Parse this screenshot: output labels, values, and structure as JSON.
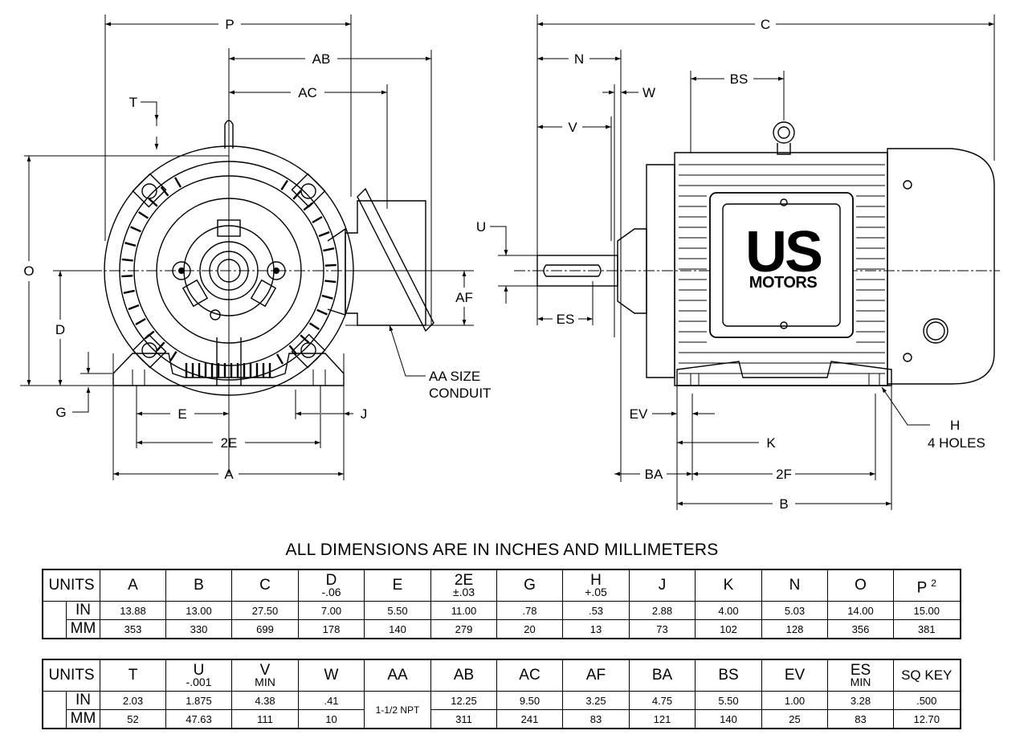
{
  "front_view": {
    "dims": {
      "P": "P",
      "AB": "AB",
      "AC": "AC",
      "T": "T",
      "O": "O",
      "D": "D",
      "G": "G",
      "E": "E",
      "twoE": "2E",
      "A": "A",
      "J": "J",
      "AF": "AF"
    },
    "conduit_note_1": "AA SIZE",
    "conduit_note_2": "CONDUIT"
  },
  "side_view": {
    "dims": {
      "C": "C",
      "N": "N",
      "W": "W",
      "V": "V",
      "BS": "BS",
      "U": "U",
      "ES": "ES",
      "EV": "EV",
      "K": "K",
      "BA": "BA",
      "twoF": "2F",
      "B": "B",
      "H": "H"
    },
    "holes_note": "4 HOLES",
    "logo_main": "US",
    "logo_sub": "MOTORS"
  },
  "table_title": "ALL DIMENSIONS ARE IN INCHES AND MILLIMETERS",
  "table1": {
    "units_label": "UNITS",
    "headers": [
      {
        "main": "A",
        "sub": ""
      },
      {
        "main": "B",
        "sub": ""
      },
      {
        "main": "C",
        "sub": ""
      },
      {
        "main": "D",
        "sub": "-.06"
      },
      {
        "main": "E",
        "sub": ""
      },
      {
        "main": "2E",
        "sub": "±.03"
      },
      {
        "main": "G",
        "sub": ""
      },
      {
        "main": "H",
        "sub": "+.05"
      },
      {
        "main": "J",
        "sub": ""
      },
      {
        "main": "K",
        "sub": ""
      },
      {
        "main": "N",
        "sub": ""
      },
      {
        "main": "O",
        "sub": ""
      },
      {
        "main": "P",
        "sub": "",
        "sup": "2"
      }
    ],
    "rows": [
      {
        "unit": "IN",
        "values": [
          "13.88",
          "13.00",
          "27.50",
          "7.00",
          "5.50",
          "11.00",
          ".78",
          ".53",
          "2.88",
          "4.00",
          "5.03",
          "14.00",
          "15.00"
        ]
      },
      {
        "unit": "MM",
        "values": [
          "353",
          "330",
          "699",
          "178",
          "140",
          "279",
          "20",
          "13",
          "73",
          "102",
          "128",
          "356",
          "381"
        ]
      }
    ]
  },
  "table2": {
    "units_label": "UNITS",
    "headers": [
      {
        "main": "T",
        "sub": ""
      },
      {
        "main": "U",
        "sub": "-.001"
      },
      {
        "main": "V",
        "sub": "MIN"
      },
      {
        "main": "W",
        "sub": ""
      },
      {
        "main": "AA",
        "sub": ""
      },
      {
        "main": "AB",
        "sub": ""
      },
      {
        "main": "AC",
        "sub": ""
      },
      {
        "main": "AF",
        "sub": ""
      },
      {
        "main": "BA",
        "sub": ""
      },
      {
        "main": "BS",
        "sub": ""
      },
      {
        "main": "EV",
        "sub": ""
      },
      {
        "main": "ES",
        "sub": "MIN"
      },
      {
        "main": "SQ KEY",
        "sub": ""
      }
    ],
    "aa_value": "1-1/2 NPT",
    "rows": [
      {
        "unit": "IN",
        "values": [
          "2.03",
          "1.875",
          "4.38",
          ".41",
          "12.25",
          "9.50",
          "3.25",
          "4.75",
          "5.50",
          "1.00",
          "3.28",
          ".500"
        ]
      },
      {
        "unit": "MM",
        "values": [
          "52",
          "47.63",
          "111",
          "10",
          "311",
          "241",
          "83",
          "121",
          "140",
          "25",
          "83",
          "12.70"
        ]
      }
    ]
  }
}
